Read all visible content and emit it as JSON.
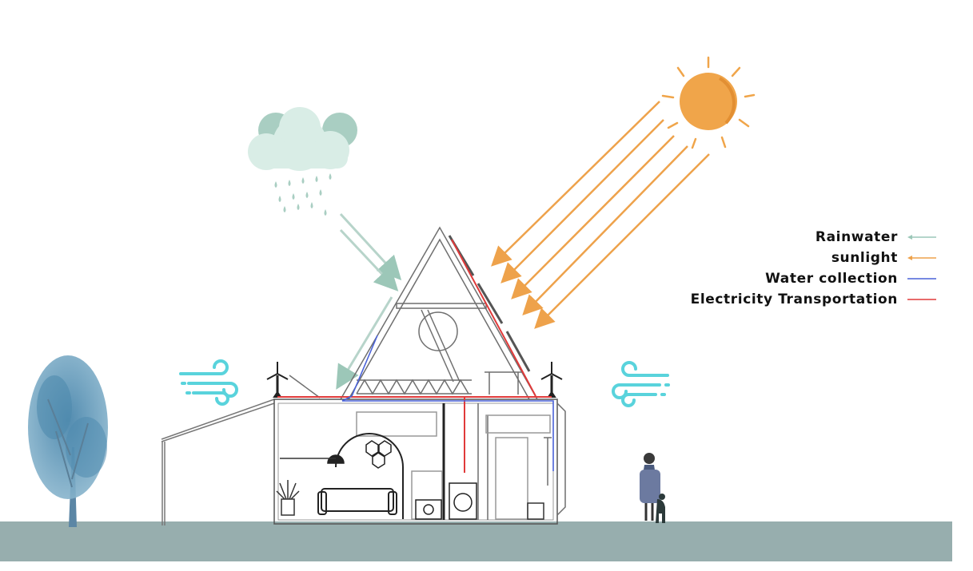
{
  "legend": {
    "items": [
      {
        "label": "Rainwater",
        "color": "#9cc7b8",
        "marker": "arrow"
      },
      {
        "label": "sunlight",
        "color": "#eea24b",
        "marker": "arrow"
      },
      {
        "label": "Water collection",
        "color": "#4a62d8",
        "marker": "line"
      },
      {
        "label": "Electricity Transportation",
        "color": "#e03a3a",
        "marker": "line"
      }
    ]
  },
  "colors": {
    "sun": "#f0a54a",
    "cloud_light": "#d9ede6",
    "cloud_dark": "#a9cec2",
    "wind": "#59d3dc",
    "ground": "#97aeae",
    "tree": "#6c9cb8"
  },
  "icons": [
    "sun-icon",
    "rain-cloud-icon",
    "wind-icon",
    "wind-turbine-icon",
    "tree-icon",
    "person-with-dog-icon"
  ]
}
